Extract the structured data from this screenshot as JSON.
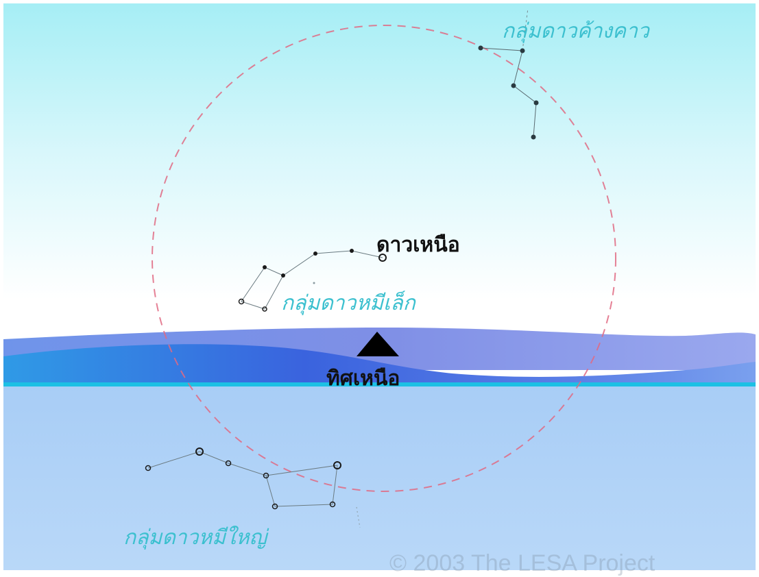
{
  "labels": {
    "cassiopeia": "กลุ่มดาวค้างคาว",
    "polaris": "ดาวเหนือ",
    "ursa_minor": "กลุ่มดาวหมีเล็ก",
    "north": "ทิศเหนือ",
    "ursa_major": "กลุ่มดาวหมีใหญ่",
    "copyright": "© 2003  The LESA Project"
  },
  "colors": {
    "sky_top": "#a6eef5",
    "sky_bottom": "#ffffff",
    "ground": "#a8cdf6",
    "ground_line": "#1cc0e4",
    "wave_back": "#7794ec",
    "wave_front": "#3f6fe0",
    "circle": "#e06a82",
    "label_constellation": "#3cc0cf",
    "north_marker": "#000000"
  },
  "icons": {
    "north_marker": "triangle-up-icon"
  }
}
